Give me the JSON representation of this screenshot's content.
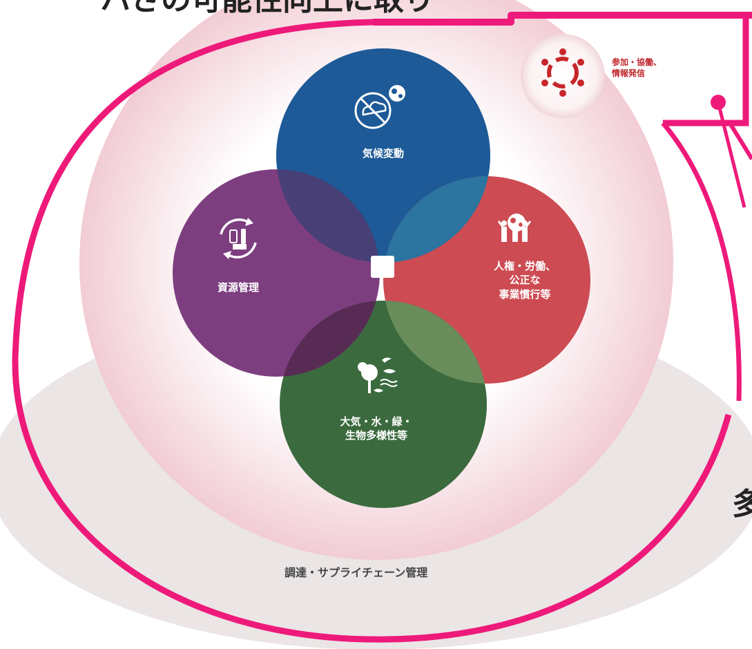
{
  "colors": {
    "climate": "#1d5a97",
    "human_rights": "#cd4b52",
    "biodiversity": "#3b6a3e",
    "resources": "#7d3e80",
    "highlight": "#ee1a7a",
    "outer_ring": "#f3d4da",
    "band": "#ebe4e4"
  },
  "top_heading": {
    "text": "ハさの可能性向上に取り"
  },
  "circles": {
    "climate": {
      "label": "気候変動",
      "icon": "co2-cloud-icon"
    },
    "human_rights": {
      "label": "人権・労働、\n公正な\n事業慣行等",
      "icon": "people-globe-icon"
    },
    "biodiversity": {
      "label": "大気・水・緑・\n生物多様性等",
      "icon": "nature-icon"
    },
    "resources": {
      "label": "資源管理",
      "icon": "recycle-icon"
    }
  },
  "participation": {
    "label": "参加・協働、\n情報発信",
    "icon": "network-people-icon"
  },
  "supply_chain": {
    "label": "調達・サプライチェーン管理"
  },
  "right_edge_text": "多"
}
